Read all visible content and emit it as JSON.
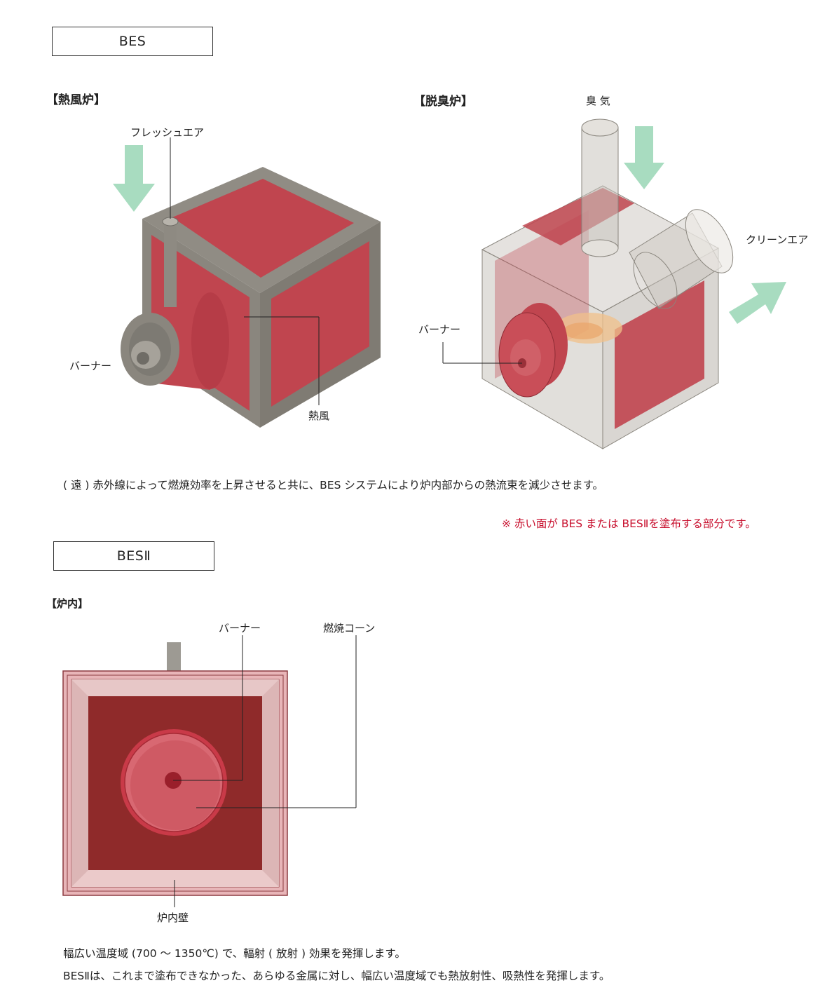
{
  "section1": {
    "title": "BES",
    "hot_air_furnace": {
      "heading": "【熱風炉】",
      "label_fresh_air": "フレッシュエア",
      "label_burner": "バーナー",
      "label_hot_air": "熱風"
    },
    "deodorizing_furnace": {
      "heading": "【脱臭炉】",
      "label_odor": "臭 気",
      "label_clean_air": "クリーンエア",
      "label_burner": "バーナー"
    },
    "description": "( 遠 ) 赤外線によって燃焼効率を上昇させると共に、BES システムにより炉内部からの熱流束を減少させます。",
    "note": "※ 赤い面が BES または BESⅡを塗布する部分です。"
  },
  "section2": {
    "title": "BESⅡ",
    "heading": "【炉内】",
    "label_burner": "バーナー",
    "label_cone": "燃焼コーン",
    "label_wall": "炉内壁",
    "description_1": "幅広い温度域 (700 ～ 1350℃) で、輻射 ( 放射 ) 効果を発揮します。",
    "description_2": "BESⅡは、これまで塗布できなかった、あらゆる金属に対し、幅広い温度域でも熱放射性、吸熱性を発揮します。"
  },
  "colors": {
    "coat_red": "#c0454f",
    "frame_gray": "#8e8a82",
    "arrow_green": "#a8dcc0",
    "note_red": "#c8102e"
  }
}
